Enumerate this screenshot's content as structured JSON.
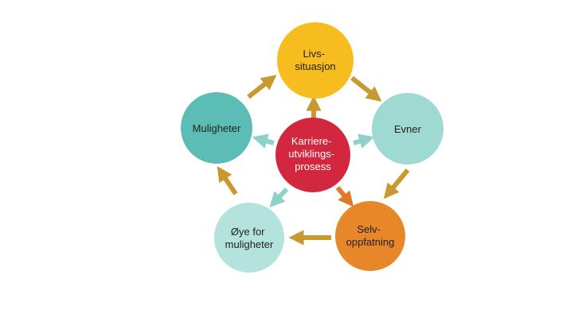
{
  "colors": {
    "gold_arrow": "#C8992E",
    "teal_arrow": "#8FD0CB",
    "orange_arrow": "#DE7A28",
    "yellow": "#F7BD1E",
    "aqua": "#9EDAD2",
    "orange": "#E8872A",
    "light_aqua": "#B4E3DD",
    "teal": "#5CBDB7",
    "crimson": "#D3263F"
  },
  "nodes": {
    "top": {
      "lines": [
        "Livs-",
        "situasjon"
      ]
    },
    "right": {
      "lines": [
        "Evner"
      ]
    },
    "bottom_right": {
      "lines": [
        "Selv-",
        "oppfatning"
      ]
    },
    "bottom_left": {
      "lines": [
        "Øye for",
        "muligheter"
      ]
    },
    "left": {
      "lines": [
        "Muligheter"
      ]
    },
    "center": {
      "lines": [
        "Karriere-",
        "utviklings-",
        "prosess"
      ]
    }
  }
}
